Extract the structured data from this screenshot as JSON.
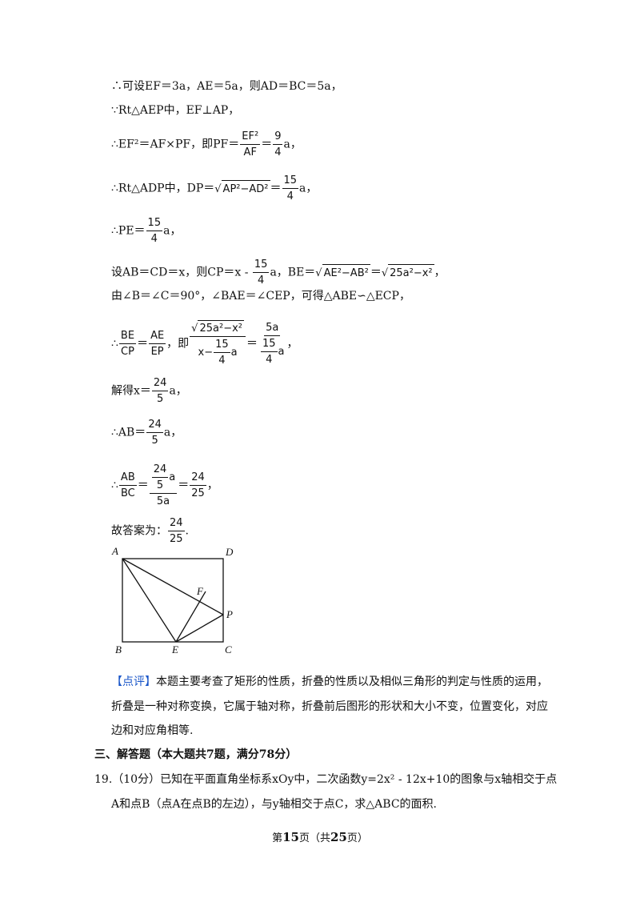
{
  "lines": {
    "l1": "∴可设EF＝3a，AE＝5a，则AD＝BC＝5a，",
    "l2": "∵Rt△AEP中，EF⊥AP，",
    "l3_pre": "∴EF²＝AF×PF，即PF＝",
    "l3_f1_num": "EF²",
    "l3_f1_den": "AF",
    "l3_eq": "＝",
    "l3_f2_num": "9",
    "l3_f2_den": "4",
    "l3_post": "a，",
    "l4_pre": "∴Rt△ADP中，DP＝",
    "l4_rad": "AP²−AD²",
    "l4_eq": "＝",
    "l4_f_num": "15",
    "l4_f_den": "4",
    "l4_post": "a，",
    "l5_pre": "∴PE＝",
    "l5_f_num": "15",
    "l5_f_den": "4",
    "l5_post": "a，",
    "l6_pre": "设AB＝CD＝x，则CP＝x - ",
    "l6_f_num": "15",
    "l6_f_den": "4",
    "l6_mid": "a，BE＝",
    "l6_rad1": "AE²−AB²",
    "l6_eq": "＝",
    "l6_rad2": "25a²−x²",
    "l6_post": "，",
    "l7": "由∠B＝∠C＝90°，∠BAE＝∠CEP，可得△ABE∽△ECP，",
    "l8_pre": "∴",
    "l8_f1_num": "BE",
    "l8_f1_den": "CP",
    "l8_eq1": "＝",
    "l8_f2_num": "AE",
    "l8_f2_den": "EP",
    "l8_mid": "，即",
    "l8_f3_num_rad": "25a²−x²",
    "l8_f3_den_pre": "x−",
    "l8_f3_den_num": "15",
    "l8_f3_den_den": "4",
    "l8_f3_den_post": "a",
    "l8_eq2": "＝",
    "l8_f4_num": "5a",
    "l8_f4_den_num": "15",
    "l8_f4_den_den": "4",
    "l8_f4_den_post": "a",
    "l8_post": "，",
    "l9_pre": "解得x＝",
    "l9_f_num": "24",
    "l9_f_den": "5",
    "l9_post": "a，",
    "l10_pre": "∴AB＝",
    "l10_f_num": "24",
    "l10_f_den": "5",
    "l10_post": "a，",
    "l11_pre": "∴",
    "l11_f1_num": "AB",
    "l11_f1_den": "BC",
    "l11_eq1": "＝",
    "l11_f2_num_num": "24",
    "l11_f2_num_den": "5",
    "l11_f2_num_post": "a",
    "l11_f2_den": "5a",
    "l11_eq2": "＝",
    "l11_f3_num": "24",
    "l11_f3_den": "25",
    "l11_post": "，",
    "l12_pre": "故答案为：",
    "l12_f_num": "24",
    "l12_f_den": "25",
    "l12_post": "."
  },
  "figure": {
    "A": "A",
    "B": "B",
    "C": "C",
    "D": "D",
    "E": "E",
    "F": "F",
    "P": "P"
  },
  "comment": {
    "tag": "【点评】",
    "line1": "本题主要考查了矩形的性质，折叠的性质以及相似三角形的判定与性质的运用，",
    "line2": "折叠是一种对称变换，它属于轴对称，折叠前后图形的形状和大小不变，位置变化，对应",
    "line3": "边和对应角相等."
  },
  "section": "三、解答题（本大题共7题，满分78分）",
  "q19": {
    "line1": "19.（10分）已知在平面直角坐标系xOy中，二次函数y=2x² - 12x+10的图象与x轴相交于点",
    "line2": "A和点B（点A在点B的左边），与y轴相交于点C，求△ABC的面积."
  },
  "footer": {
    "pre": "第",
    "page": "15",
    "mid": "页（共",
    "total": "25",
    "post": "页）"
  }
}
